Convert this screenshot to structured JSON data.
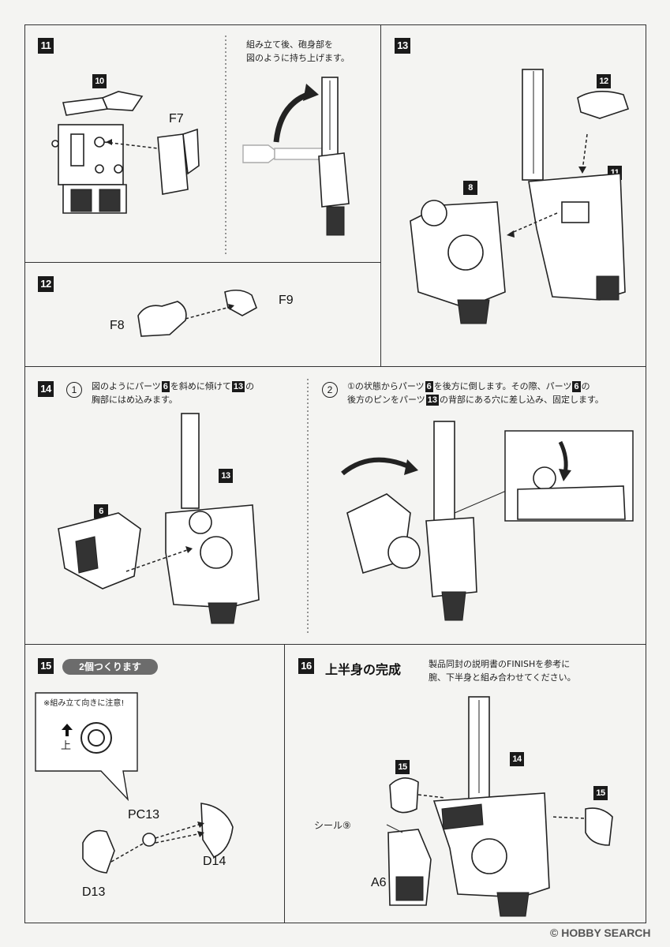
{
  "steps": {
    "s11": {
      "num": "11",
      "part10": "10",
      "partF7": "F7",
      "note": "組み立て後、砲身部を\n図のように持ち上げます。"
    },
    "s12": {
      "num": "12",
      "partF8": "F8",
      "partF9": "F9"
    },
    "s13": {
      "num": "13",
      "part12": "12",
      "part11": "11",
      "part8": "8"
    },
    "s14": {
      "num": "14",
      "sub1": {
        "circle": "1",
        "text_a": "図のようにパーツ",
        "badge_a": "6",
        "text_b": "を斜めに傾けて",
        "badge_b": "13",
        "text_c": "の",
        "line2": "胸部にはめ込みます。"
      },
      "sub2": {
        "circle": "2",
        "text_a": "①の状態からパーツ",
        "badge_a": "6",
        "text_b": "を後方に倒します。その際、パーツ",
        "badge_b": "6",
        "text_c": "の",
        "line2_a": "後方のピンをパーツ",
        "badge_c": "13",
        "line2_b": "の背部にある穴に差し込み、固定します。"
      },
      "part6": "6",
      "part13": "13"
    },
    "s15": {
      "num": "15",
      "pill": "2個つくります",
      "callout": "※組み立て向きに注意!",
      "arrow_up_label": "上",
      "partPC13": "PC13",
      "partD14": "D14",
      "partD13": "D13"
    },
    "s16": {
      "num": "16",
      "title": "上半身の完成",
      "note": "製品同封の説明書のFINISHを参考に\n腕、下半身と組み合わせてください。",
      "part14": "14",
      "part15a": "15",
      "part15b": "15",
      "seal": "シール⑨",
      "partA6": "A6"
    }
  },
  "watermark": {
    "text": "HOBBY SEARCH",
    "prefix": "©"
  },
  "colors": {
    "ink": "#1a1a1a",
    "paper": "#f4f4f2"
  }
}
